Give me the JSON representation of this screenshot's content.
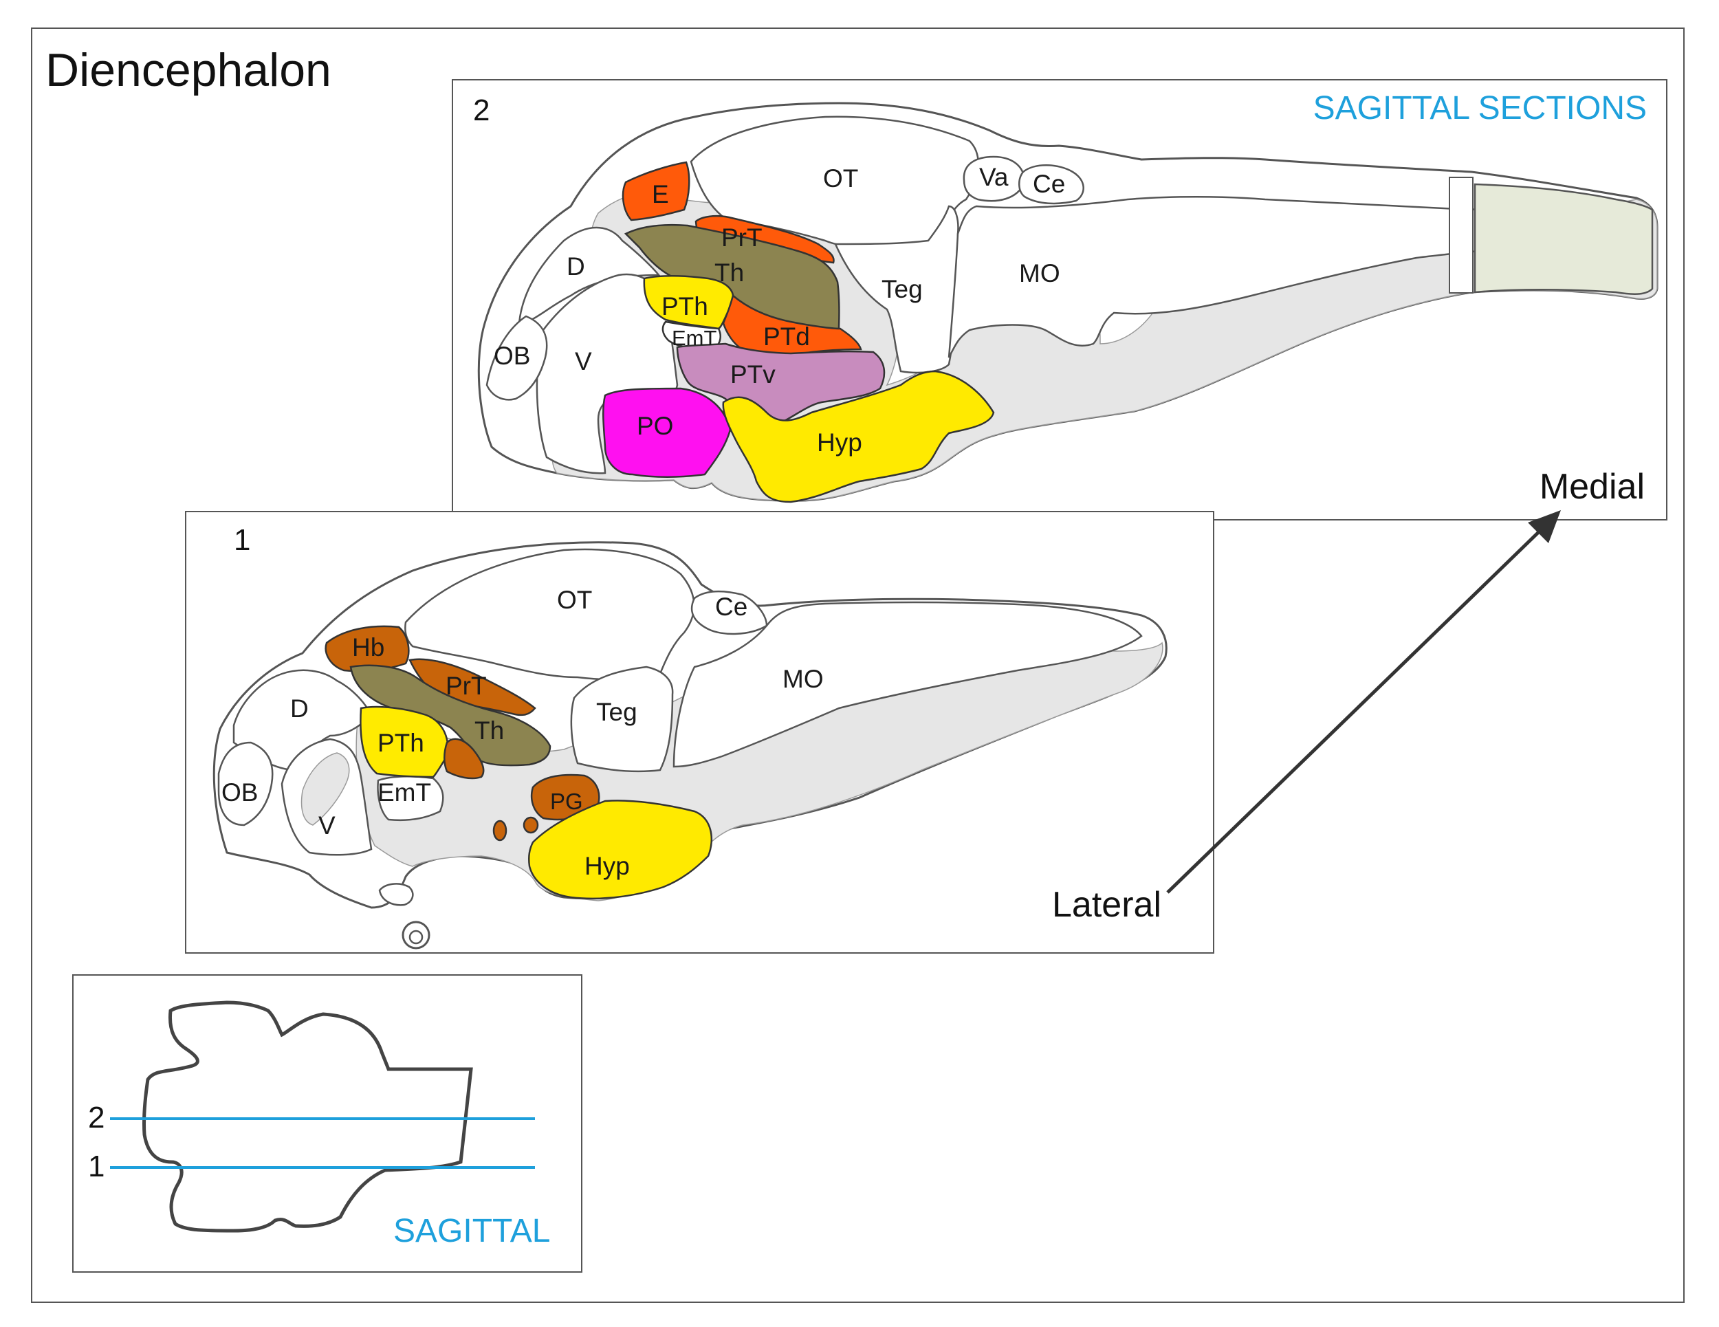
{
  "title": "Diencephalon",
  "colors": {
    "frame": "#555555",
    "accent_blue": "#1ea0dc",
    "epithalamus_orange": "#ff5a0a",
    "habenula_brown": "#c8640a",
    "thalamus_olive": "#8c8450",
    "prethalamus_yellow": "#ffeb00",
    "hypothalamus_yellow": "#ffea00",
    "preoptic_magenta": "#ff10f0",
    "ventral_posterior_tuberculum_mauve": "#c88cbe",
    "spinal_cord_pale": "#e6ead9",
    "ventricle_gray": "#e6e6e6"
  },
  "section2": {
    "number": "2",
    "heading": "SAGITTAL SECTIONS",
    "direction_label": "Medial",
    "labels": {
      "E": "E",
      "OT": "OT",
      "Va": "Va",
      "Ce": "Ce",
      "PrT": "PrT",
      "Th": "Th",
      "D": "D",
      "Teg": "Teg",
      "MO": "MO",
      "PTh": "PTh",
      "PTd": "PTd",
      "EmT": "EmT",
      "OB": "OB",
      "V": "V",
      "PTv": "PTv",
      "PO": "PO",
      "Hyp": "Hyp"
    }
  },
  "section1": {
    "number": "1",
    "direction_label": "Lateral",
    "labels": {
      "OT": "OT",
      "Ce": "Ce",
      "Hb": "Hb",
      "PrT": "PrT",
      "MO": "MO",
      "D": "D",
      "Teg": "Teg",
      "Th": "Th",
      "PTh": "PTh",
      "OB": "OB",
      "EmT": "EmT",
      "PG": "PG",
      "V": "V",
      "Hyp": "Hyp"
    }
  },
  "inset": {
    "heading": "SAGITTAL",
    "line_labels": [
      "2",
      "1"
    ]
  }
}
